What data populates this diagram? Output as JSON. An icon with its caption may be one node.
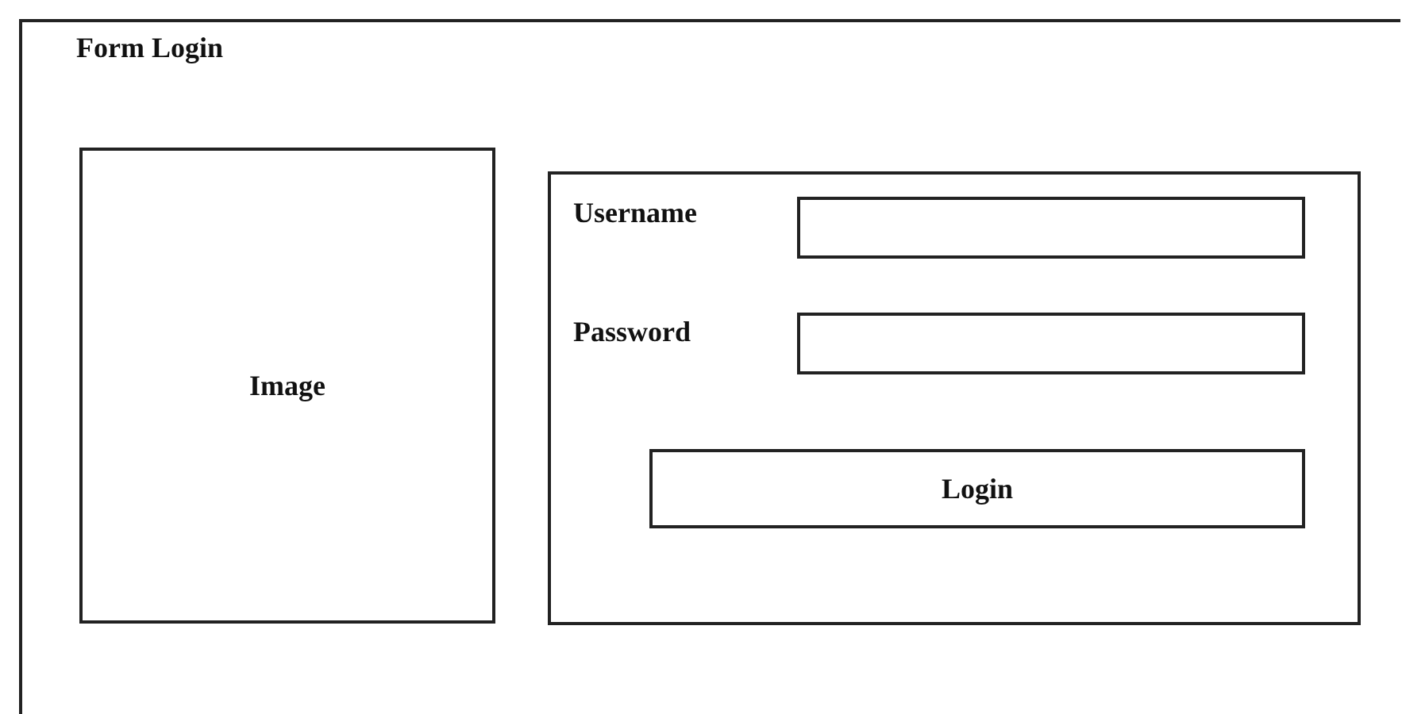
{
  "diagram": {
    "nodes": [
      {
        "text": [
          "Form Login"
        ]
      },
      {
        "text": [
          "Image"
        ],
        "in": 0
      },
      {
        "text": [],
        "shape": "box",
        "in": 0
      },
      {
        "text": [],
        "shape": "box",
        "in": 2
      },
      {
        "text": [],
        "shape": "box",
        "in": 2
      },
      {
        "text": [
          "Login"
        ],
        "in": 2
      }
    ],
    "labels": [
      "Username",
      "Password"
    ]
  }
}
